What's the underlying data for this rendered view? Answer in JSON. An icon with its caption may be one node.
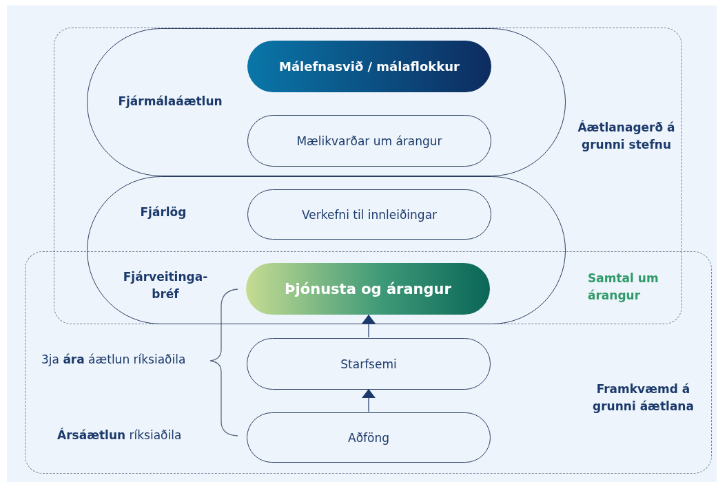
{
  "diagram": {
    "nodes": [
      {
        "text": [
          "Áætlanagerð á grunni stefnu"
        ]
      },
      {
        "text": [
          "Fjármálaáætlun"
        ],
        "in": 0
      },
      {
        "text": [
          "Málefnasvið / málaflokkur"
        ],
        "in": 1
      },
      {
        "text": [
          "Mælikvarðar um árangur"
        ],
        "in": 1
      },
      {
        "text": [
          "Fjárlög",
          "Fjárveitinga-bréf"
        ],
        "in": 0
      },
      {
        "text": [
          "Verkefni til innleiðingar"
        ],
        "in": 4
      },
      {
        "text": [
          "Þjónusta og árangur"
        ]
      },
      {
        "text": [
          "Framkvæmd á grunni áætlana"
        ]
      },
      {
        "text": [
          "Starfsemi"
        ],
        "in": 7
      },
      {
        "text": [
          "Aðföng"
        ],
        "in": 7
      }
    ],
    "edges": [
      {
        "from": 9,
        "to": 8,
        "arrow": "to"
      },
      {
        "from": 8,
        "to": 6,
        "arrow": "to"
      }
    ],
    "labels": [
      "Samtal um árangur",
      "3ja **ára** áætlun ríksiaðila",
      "**Ársáætlun** ríksiaðila"
    ]
  }
}
